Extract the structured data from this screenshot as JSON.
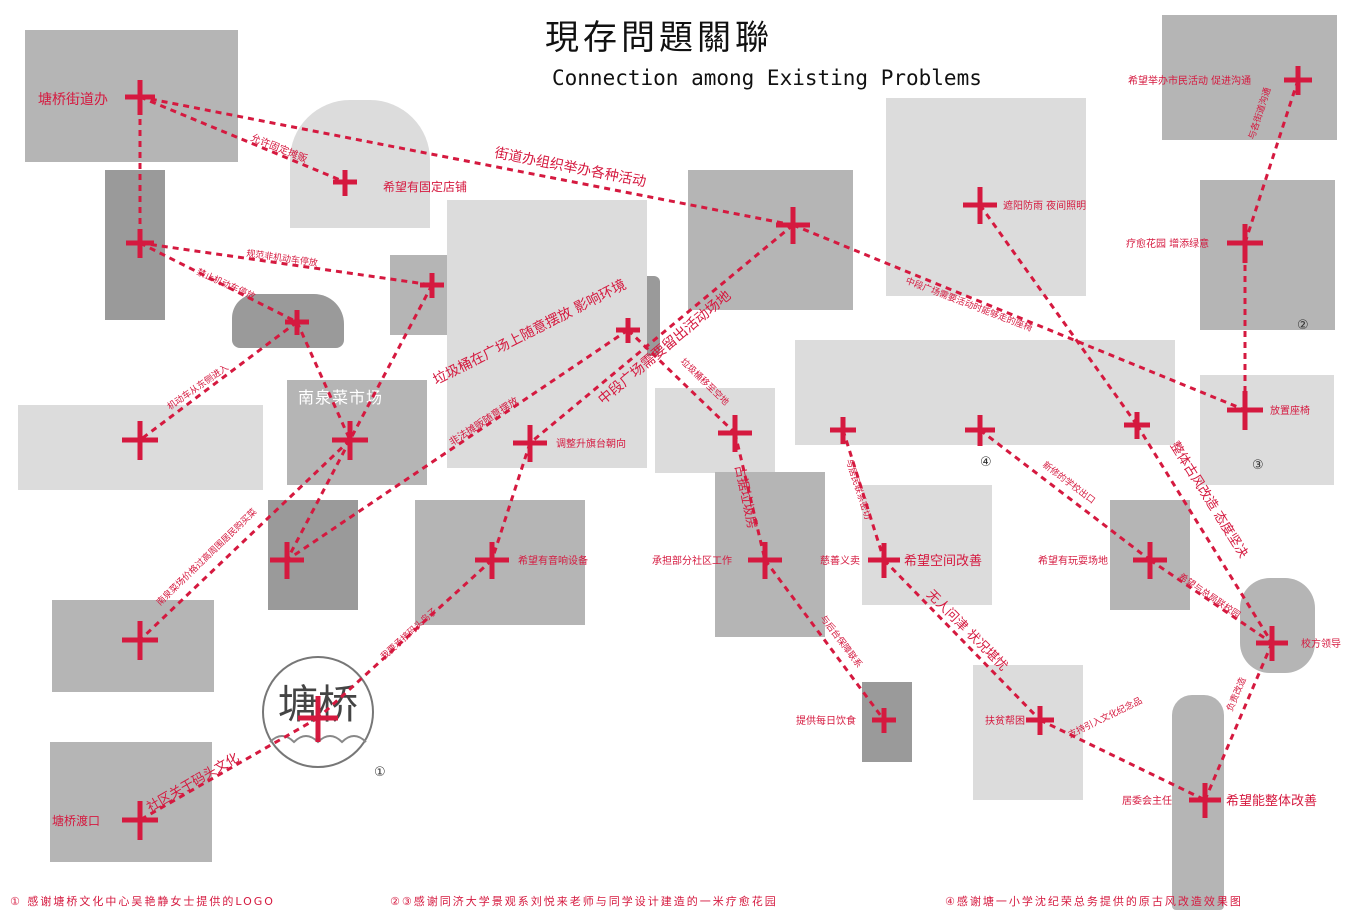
{
  "header": {
    "title_cn": "現存問題關聯",
    "title_en": "Connection among Existing Problems"
  },
  "colors": {
    "accent": "#d5193f",
    "ink": "#111111",
    "photo_gray": "#c9c9c9"
  },
  "logo": {
    "text": "塘桥",
    "circle_number": "①"
  },
  "circle_numbers": {
    "n2": "②",
    "n3": "③",
    "n4": "④"
  },
  "nodes": [
    {
      "id": "street-office",
      "label": "塘桥街道办"
    },
    {
      "id": "fixed-shop",
      "label": "希望有固定店铺"
    },
    {
      "id": "security",
      "label": ""
    },
    {
      "id": "car",
      "label": ""
    },
    {
      "id": "bikes",
      "label": ""
    },
    {
      "id": "trashbin",
      "label": ""
    },
    {
      "id": "sculpture",
      "label": ""
    },
    {
      "id": "market",
      "label": ""
    },
    {
      "id": "vendor",
      "label": ""
    },
    {
      "id": "flag-stage",
      "label": "调整升旗台朝向"
    },
    {
      "id": "crowd",
      "label": ""
    },
    {
      "id": "gallery",
      "label": "遮阳防雨  夜间照明"
    },
    {
      "id": "healing-garden",
      "label": "疗愈花园  增添绿意"
    },
    {
      "id": "activity-wish",
      "label": "希望举办市民活动  促进沟通"
    },
    {
      "id": "bench",
      "label": "放置座椅"
    },
    {
      "id": "garbage-room",
      "label": ""
    },
    {
      "id": "volunteer",
      "label": "承担部分社区工作"
    },
    {
      "id": "charity",
      "label": "慈善义卖"
    },
    {
      "id": "space-improve",
      "label": "希望空间改善"
    },
    {
      "id": "old-building-l",
      "label": ""
    },
    {
      "id": "old-building-r",
      "label": ""
    },
    {
      "id": "playground",
      "label": "希望有玩耍场地"
    },
    {
      "id": "principal",
      "label": "校方领导"
    },
    {
      "id": "dance",
      "label": "希望有音响设备"
    },
    {
      "id": "stall",
      "label": ""
    },
    {
      "id": "logo-node",
      "label": ""
    },
    {
      "id": "ferry",
      "label": "塘桥渡口"
    },
    {
      "id": "meals",
      "label": "提供每日饮食"
    },
    {
      "id": "poverty",
      "label": "扶贫帮困"
    },
    {
      "id": "committee",
      "label": "居委会主任"
    },
    {
      "id": "overall",
      "label": "希望能整体改善"
    }
  ],
  "photo_texts": {
    "market_sign": "南泉菜市场"
  },
  "links": [
    {
      "label": "允许固定摊贩"
    },
    {
      "label": "街道办组织举办各种活动"
    },
    {
      "label": "规范非机动车停放"
    },
    {
      "label": "禁止机动车停放"
    },
    {
      "label": "机动车从东侧进入"
    },
    {
      "label": "垃圾桶在广场上随意摆放  影响环境"
    },
    {
      "label": "中段广场需要留出活动场地"
    },
    {
      "label": "非法摊贩随意摆放"
    },
    {
      "label": "垃圾桶移至空地"
    },
    {
      "label": "中段广场需要活动时能够走的座椅"
    },
    {
      "label": "南泉菜场价格过高周围居民购买菜"
    },
    {
      "label": "我要承接码头鸟子"
    },
    {
      "label": "社区关于码头文化"
    },
    {
      "label": "整体古风改造  态度坚决"
    },
    {
      "label": "无人问津  状况堪忧"
    },
    {
      "label": "占据垃圾房"
    },
    {
      "label": "新修的学校出口"
    },
    {
      "label": "希望与总局联校园"
    },
    {
      "label": "支持引入文化纪念品"
    },
    {
      "label": "与各街道沟通"
    },
    {
      "label": "与居民联系密切"
    },
    {
      "label": "与后台保障联系"
    },
    {
      "label": "负责改造"
    }
  ],
  "footnotes": {
    "f1": "① 感谢塘桥文化中心吴艳静女士提供的LOGO",
    "f2": "②③感谢同济大学景观系刘悦来老师与同学设计建造的一米疗愈花园",
    "f3": "④感谢塘一小学沈纪荣总务提供的原古风改造效果图"
  }
}
